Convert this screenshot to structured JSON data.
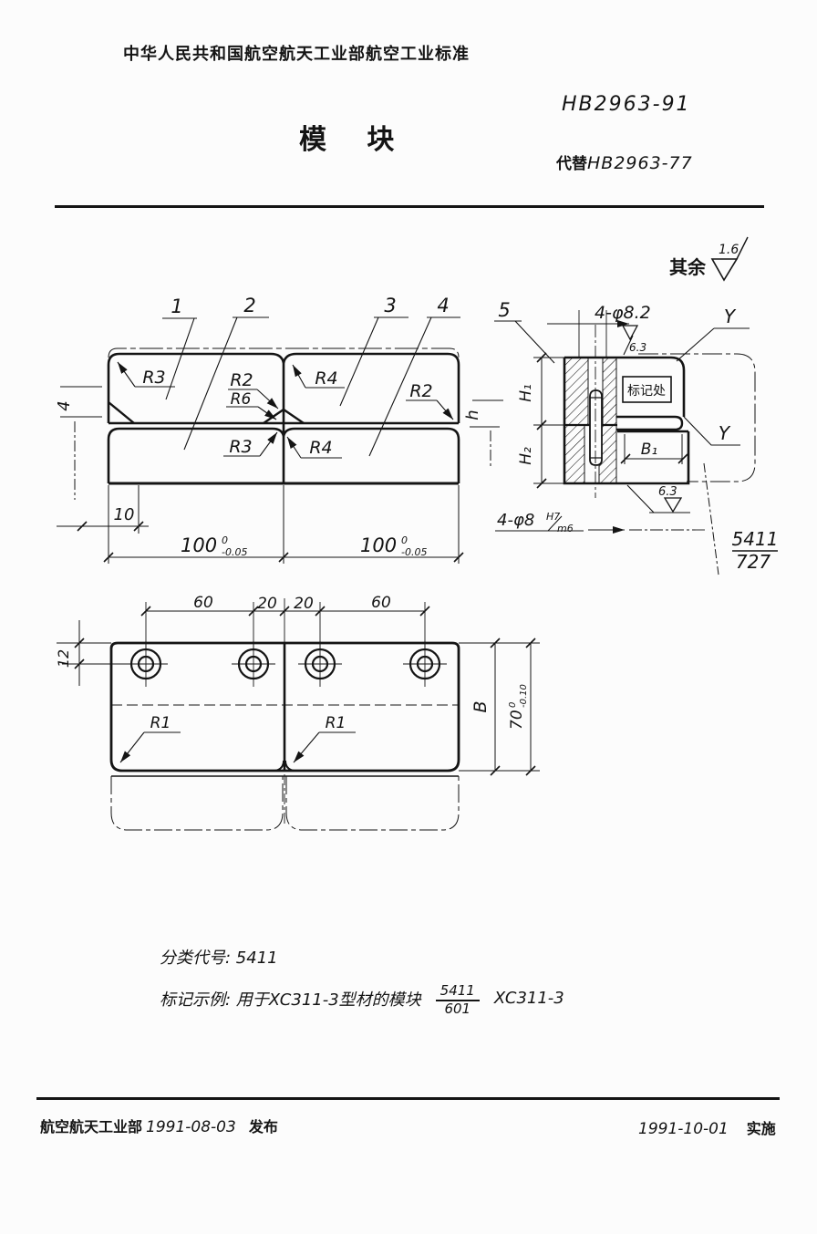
{
  "header": {
    "org_line": "中华人民共和国航空航天工业部航空工业标准",
    "code": "HB2963-91",
    "title": "模 块",
    "replaces_prefix": "代替",
    "replaces_code": "HB2963-77"
  },
  "surface_note": {
    "prefix": "其余",
    "value": "1.6"
  },
  "front_view": {
    "item1": "1",
    "item2": "2",
    "item3": "3",
    "item4": "4",
    "r3_top": "R3",
    "r2_mid": "R2",
    "r6_mid": "R6",
    "r4_top": "R4",
    "r2_right": "R2",
    "r3_bot": "R3",
    "r4_bot": "R4",
    "dim_4": "4",
    "dim_h": "h",
    "dim_10": "10",
    "dim_100_left": "100",
    "dim_100_right": "100",
    "tol_top": "0",
    "tol_bot": "-0.05"
  },
  "section_view": {
    "item5": "5",
    "dim_holes_top": "4-φ8.2",
    "rough_top": "6.3",
    "datum_y_top": "Y",
    "datum_y_mid": "Y",
    "dim_h1": "H₁",
    "dim_h2": "H₂",
    "dim_b1": "B₁",
    "rough_bot": "6.3",
    "dim_holes_bot": "4-φ8",
    "fit_num": "H7",
    "fit_den": "m6",
    "code_num": "5411",
    "code_den": "727",
    "marking_box": "标记处"
  },
  "bottom_view": {
    "dim_60_left": "60",
    "dim_20_left": "20",
    "dim_20_right": "20",
    "dim_60_right": "60",
    "dim_12": "12",
    "r1_left": "R1",
    "r1_right": "R1",
    "dim_b": "B",
    "dim_70": "70",
    "tol_top": "0",
    "tol_bot": "-0.10"
  },
  "notes": {
    "classification": "分类代号: 5411",
    "marking_prefix": "标记示例: 用于XC311-3型材的模块",
    "marking_num": "5411",
    "marking_den": "601",
    "marking_suffix": "XC311-3"
  },
  "footer": {
    "left_org": "航空航天工业部",
    "left_date": "1991-08-03",
    "left_action": "发布",
    "right_date": "1991-10-01",
    "right_action": "实施"
  }
}
